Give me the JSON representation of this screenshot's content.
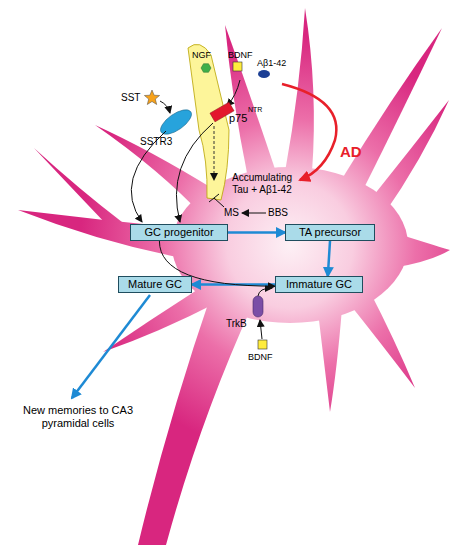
{
  "diagram": {
    "nodes": [
      {
        "text": [
          "GC progenitor"
        ]
      },
      {
        "text": [
          "TA precursor"
        ]
      },
      {
        "text": [
          "Immature GC"
        ]
      },
      {
        "text": [
          "Mature GC"
        ]
      }
    ],
    "edges": [
      {
        "from": 0,
        "to": 1,
        "arrow": "to"
      },
      {
        "from": 1,
        "to": 2,
        "arrow": "to"
      },
      {
        "from": 2,
        "to": 3,
        "arrow": "to"
      },
      {
        "from": 0,
        "to": 2,
        "arrow": "to"
      }
    ],
    "labels": [
      "NGF",
      "BDNF",
      "Aβ1-42",
      "SST",
      "SSTR3",
      "p75",
      "NTR",
      "AD",
      "Accumulating Tau + Aβ1-42",
      "MS",
      "BBS",
      "TrkB",
      "BDNF",
      "New memories to CA3 pyramidal cells"
    ]
  }
}
